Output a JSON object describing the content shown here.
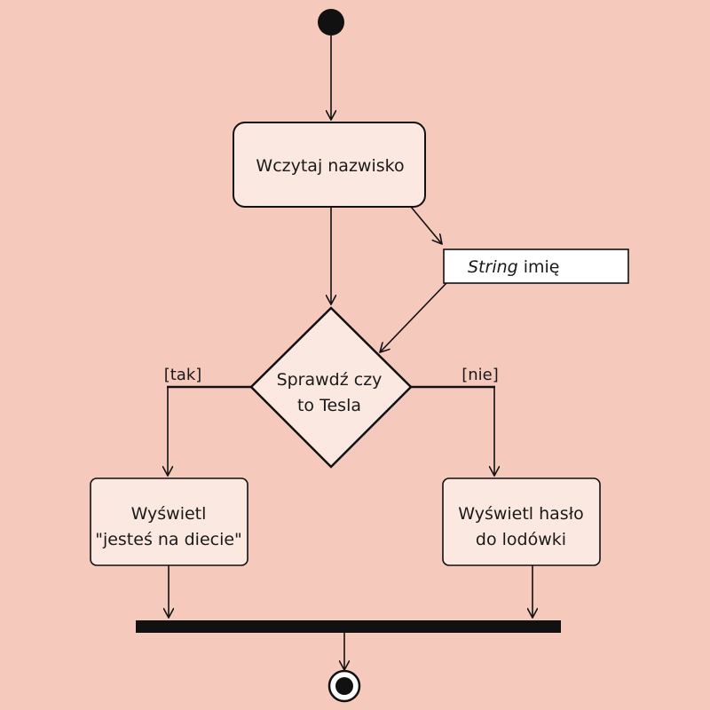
{
  "nodes": {
    "read_surname": {
      "label": "Wczytaj nazwisko"
    },
    "object_node": {
      "type": "String",
      "name": "imię"
    },
    "decision": {
      "line1": "Sprawdź czy",
      "line2": "to Tesla"
    },
    "action_yes": {
      "line1": "Wyświetl",
      "line2": "\"jesteś na diecie\""
    },
    "action_no": {
      "line1": "Wyświetl hasło",
      "line2": "do lodówki"
    }
  },
  "guards": {
    "yes": "[tak]",
    "no": "[nie]"
  },
  "colors": {
    "background": "#f6c9bd",
    "node_fill": "#fbe9e1",
    "object_fill": "#ffffff",
    "stroke": "#111111"
  }
}
